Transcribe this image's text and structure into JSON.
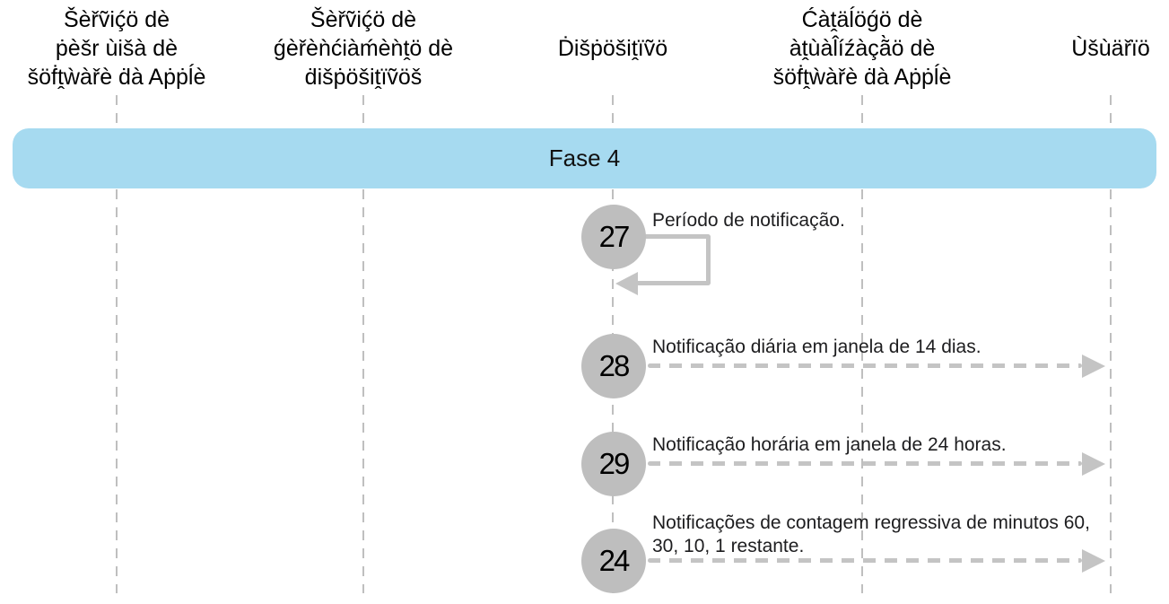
{
  "diagram": {
    "phase_label": "Fase 4",
    "actors": [
      {
        "label": "Šèřṽiḉö dè\nṗèšr ùišà dè\nšöḟṱẁàřè ḋà Aṗṗĺè"
      },
      {
        "label": "Šèřṽiḉö dè\nǵèřèǹćiàḿèǹṱö dè\nḋišṗöšiṱïṽöš"
      },
      {
        "label": "Ḋišṗöšiṱïṽö"
      },
      {
        "label": "Ćàṱäĺöǵö dè\nàṱùàl̂íźàçã̀ö dè\nšöḟṱẁàřè ḋà Aṗṗĺè"
      },
      {
        "label": "Ùšùäřïö"
      }
    ],
    "steps": [
      {
        "number": "27",
        "label": "Período de notificação.",
        "arrow": "self-loop-on-device"
      },
      {
        "number": "28",
        "label": "Notificação diária em janela de 14 dias.",
        "arrow": "device-to-user"
      },
      {
        "number": "29",
        "label": "Notificação horária em janela de 24 horas.",
        "arrow": "device-to-user"
      },
      {
        "number": "24",
        "label": "Notificações de contagem regressiva de minutos 60, 30, 10, 1 restante.",
        "arrow": "device-to-user"
      }
    ],
    "colors": {
      "phase_bar": "#A6DAF0",
      "step_circle": "#BEBEBE",
      "arrow": "#C4C4C4",
      "lifeline": "#BFBFBF",
      "text": "#1D1D1F"
    }
  }
}
